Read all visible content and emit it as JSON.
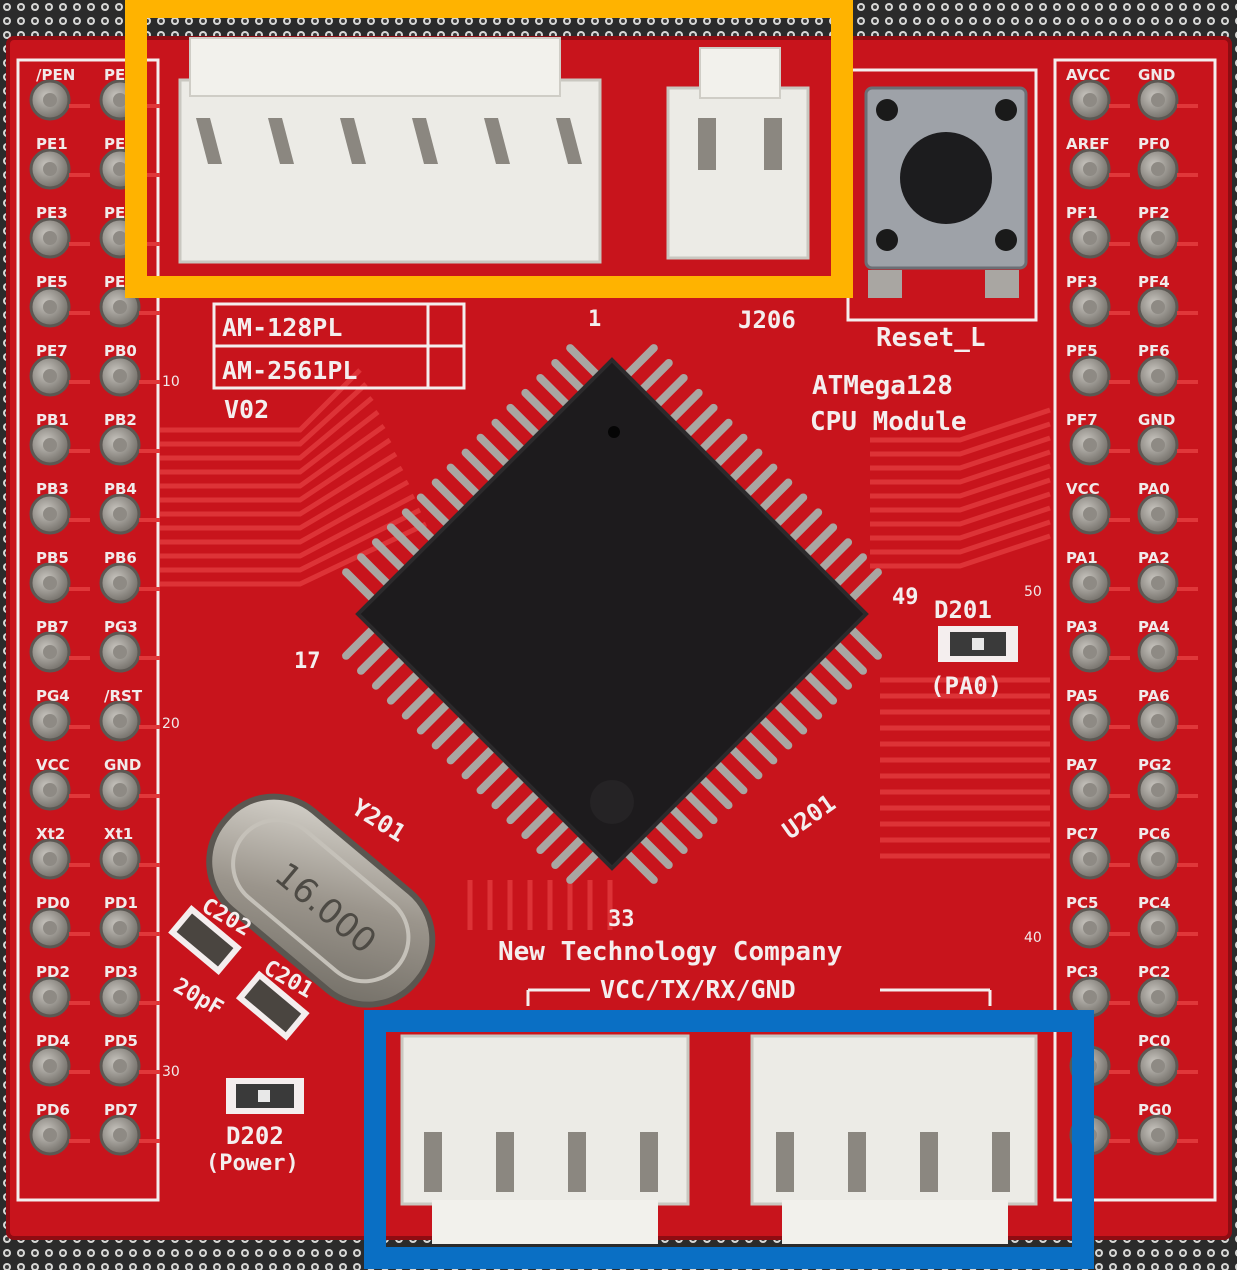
{
  "colors": {
    "board": "#c8141c",
    "board_dark": "#8e0c12",
    "trace": "#dd2a2e",
    "silkscreen": "#f4eeee",
    "chip": "#1d1b1d",
    "pin": "#a9a6a2",
    "connector": "#ecebe6",
    "highlight_top": "#ffb300",
    "highlight_bottom": "#0a6fc4"
  },
  "board": {
    "model_box": [
      "AM-128PL",
      "AM-2561PL"
    ],
    "version": "V02",
    "title_lines": [
      "ATMega128",
      "CPU Module"
    ],
    "company": "New  Technology  Company",
    "uart_label": "VCC/TX/RX/GND",
    "reset_label": "Reset_L",
    "j206": "J206",
    "chip_ref": "U201",
    "crystal_ref": "Y201",
    "crystal_marking": "16.000",
    "c202": "C202",
    "c201": "C201",
    "cap_value": "20pF",
    "led1_ref": "D201",
    "led1_label": "(PA0)",
    "led2_ref": "D202",
    "led2_label": "(Power)",
    "chip_pins": {
      "p1": "1",
      "p17": "17",
      "p33": "33",
      "p49": "49"
    },
    "side_numbers": {
      "n10": "10",
      "n20": "20",
      "n30": "30",
      "n40": "40",
      "n50": "50"
    }
  },
  "left_header": {
    "pins": [
      [
        "/PEN",
        "PE"
      ],
      [
        "PE1",
        "PE"
      ],
      [
        "PE3",
        "PE"
      ],
      [
        "PE5",
        "PE"
      ],
      [
        "PE7",
        "PB0"
      ],
      [
        "PB1",
        "PB2"
      ],
      [
        "PB3",
        "PB4"
      ],
      [
        "PB5",
        "PB6"
      ],
      [
        "PB7",
        "PG3"
      ],
      [
        "PG4",
        "/RST"
      ],
      [
        "VCC",
        "GND"
      ],
      [
        "Xt2",
        "Xt1"
      ],
      [
        "PD0",
        "PD1"
      ],
      [
        "PD2",
        "PD3"
      ],
      [
        "PD4",
        "PD5"
      ],
      [
        "PD6",
        "PD7"
      ]
    ]
  },
  "right_header": {
    "pins": [
      [
        "AVCC",
        "GND"
      ],
      [
        "AREF",
        "PF0"
      ],
      [
        "PF1",
        "PF2"
      ],
      [
        "PF3",
        "PF4"
      ],
      [
        "PF5",
        "PF6"
      ],
      [
        "PF7",
        "GND"
      ],
      [
        "VCC",
        "PA0"
      ],
      [
        "PA1",
        "PA2"
      ],
      [
        "PA3",
        "PA4"
      ],
      [
        "PA5",
        "PA6"
      ],
      [
        "PA7",
        "PG2"
      ],
      [
        "PC7",
        "PC6"
      ],
      [
        "PC5",
        "PC4"
      ],
      [
        "PC3",
        "PC2"
      ],
      [
        "",
        "PC0"
      ],
      [
        "",
        "PG0"
      ]
    ]
  }
}
